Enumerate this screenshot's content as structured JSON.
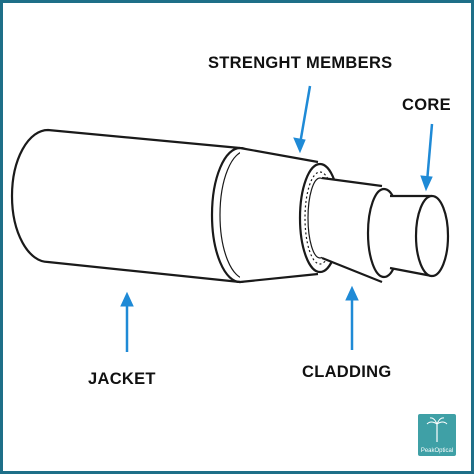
{
  "labels": {
    "strength_members": "STRENGHT MEMBERS",
    "core": "CORE",
    "jacket": "JACKET",
    "cladding": "CLADDING"
  },
  "logo": {
    "text": "PeakOptical",
    "icon": "palm-tree-icon",
    "color": "#3fa0a6"
  },
  "colors": {
    "border": "#1e6f88",
    "arrow": "#1f8ad6",
    "outline": "#1a1a1a"
  }
}
